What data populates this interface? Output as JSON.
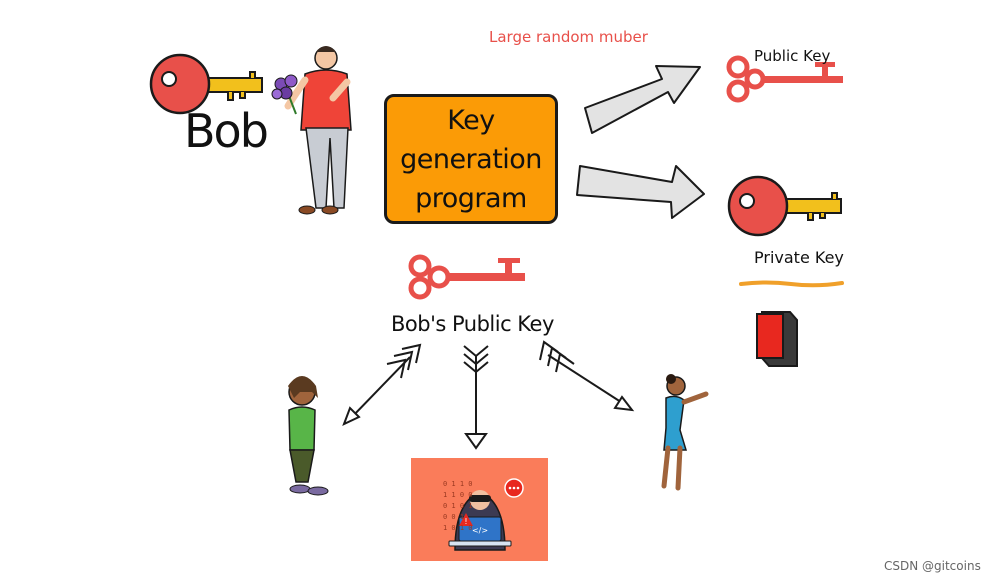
{
  "diagram": {
    "bob_name": "Bob",
    "program_lines": [
      "Key",
      "generation",
      "program"
    ],
    "random_number_label": "Large random muber",
    "public_key_label": "Public Key",
    "private_key_label": "Private Key",
    "bob_public_key_label": "Bob's Public Key",
    "hacker_alert_badge": "!",
    "hacker_code_symbol": "</>",
    "binary_rows": [
      "0 1   1 0",
      "1 1 0   0",
      "0 1 0 1",
      "0 0     1",
      "1 0 1   0"
    ]
  },
  "footer": {
    "watermark": "CSDN @gitcoins"
  },
  "colors": {
    "program_box": "#fb9b06",
    "key_red": "#e8504a",
    "key_gold": "#f2c01c",
    "arrow_gray": "#e3e3e3",
    "hacker_card": "#fa7c5a",
    "underline_orange": "#f0a02a",
    "laptop_blue": "#2f74c8"
  }
}
